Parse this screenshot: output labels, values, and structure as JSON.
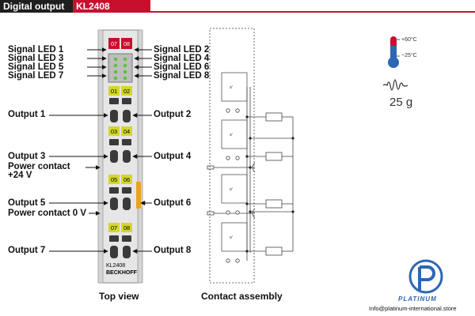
{
  "header": {
    "section": "Digital output",
    "model": "KL2408"
  },
  "left_labels": [
    "Signal LED 1",
    "Signal LED 3",
    "Signal LED 5",
    "Signal LED 7",
    "Output 1",
    "Output 3",
    "Power contact",
    "+24 V",
    "Output 5",
    "Power contact 0 V",
    "Output 7"
  ],
  "right_labels": [
    "Signal LED 2",
    "Signal LED 4",
    "Signal LED 6",
    "Signal LED 8",
    "Output 2",
    "Output 4",
    "Output 6",
    "Output 8"
  ],
  "terminal": {
    "led_numbers": [
      "01",
      "02",
      "03",
      "04",
      "05",
      "06",
      "07",
      "08"
    ],
    "top_numbers": [
      "07",
      "08"
    ],
    "model_label": "KL2408",
    "brand_label": "BECKHOFF"
  },
  "captions": {
    "top_view": "Top view",
    "contact_assembly": "Contact assembly"
  },
  "specs": {
    "temp_high": "+60°C",
    "temp_low": "−25°C",
    "weight": "25 g"
  },
  "footer": {
    "brand": "PLATINUM",
    "email": "Info@platinum-international.store"
  },
  "colors": {
    "header_dark": "#1f1f1f",
    "header_red": "#c8102e",
    "led_yellow": "#d6d62a",
    "led_green": "#59c23a",
    "contact_orange": "#f0a01e",
    "logo_blue": "#2d66b6"
  },
  "icons": [
    "thermometer-icon",
    "vibration-icon",
    "platinum-logo-icon"
  ]
}
